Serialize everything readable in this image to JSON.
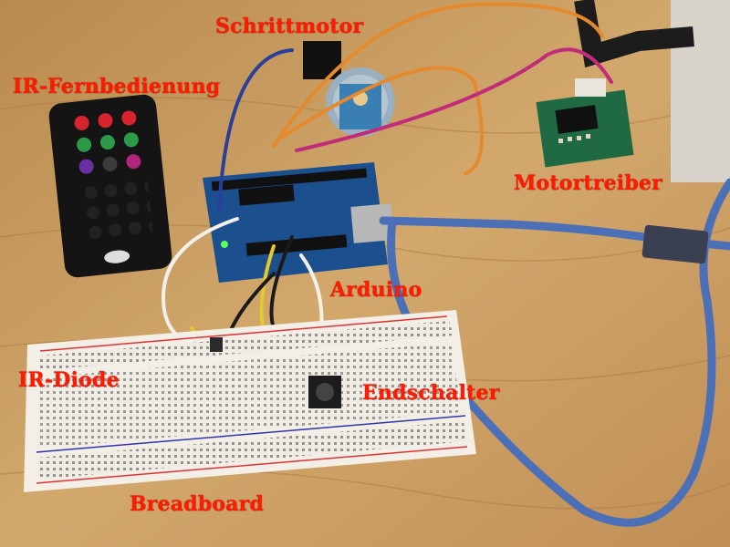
{
  "labels": {
    "stepper_motor": "Schrittmotor",
    "ir_remote": "IR-Fernbedienung",
    "motor_driver": "Motortreiber",
    "arduino": "Arduino",
    "ir_diode": "IR-Diode",
    "endstop": "Endschalter",
    "breadboard": "Breadboard"
  }
}
